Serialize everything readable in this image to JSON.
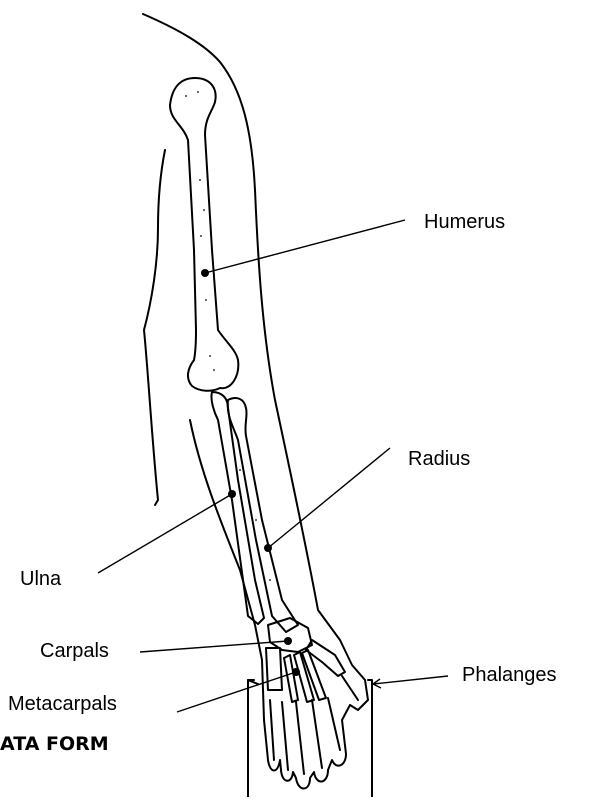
{
  "labels": {
    "humerus": "Humerus",
    "radius": "Radius",
    "ulna": "Ulna",
    "carpals": "Carpals",
    "metacarpals": "Metacarpals",
    "phalanges": "Phalanges"
  },
  "form_heading": "ATA FORM"
}
